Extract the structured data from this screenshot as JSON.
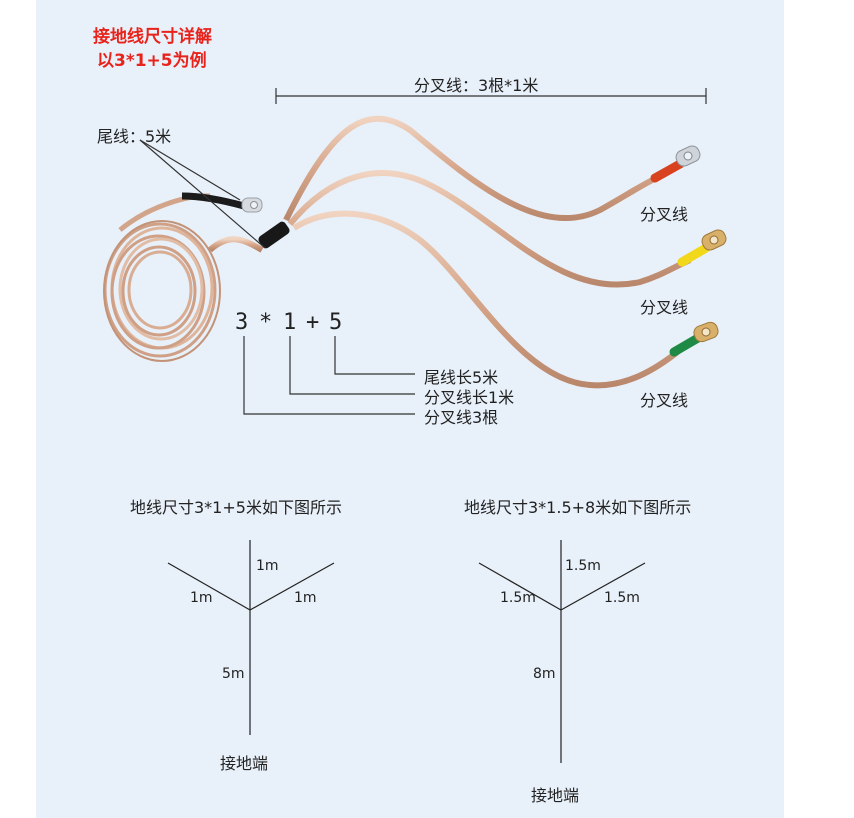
{
  "heading": {
    "line1": "接地线尺寸详解",
    "line2": "以3*1+5为例"
  },
  "top_labels": {
    "branch_spec": "分叉线：3根*1米",
    "tail_spec": "尾线：5米",
    "branch_a": "分叉线",
    "branch_b": "分叉线",
    "branch_c": "分叉线"
  },
  "formula": {
    "n": "3",
    "star": "*",
    "len": "1",
    "plus": "+",
    "tail": "5"
  },
  "formula_explain": {
    "tail": "尾线长5米",
    "branch_len": "分叉线长1米",
    "branch_count": "分叉线3根"
  },
  "diagrams": [
    {
      "title": "地线尺寸3*1+5米如下图所示",
      "top": "1m",
      "left": "1m",
      "right": "1m",
      "stem": "5m",
      "base": "接地端"
    },
    {
      "title": "地线尺寸3*1.5+8米如下图所示",
      "top": "1.5m",
      "left": "1.5m",
      "right": "1.5m",
      "stem": "8m",
      "base": "接地端"
    }
  ],
  "colors": {
    "panel": "#e8f0f9",
    "accent_red": "#e8231b",
    "cable": "#d9ad93",
    "sleeve_red": "#d8421f",
    "sleeve_yellow": "#f2d81a",
    "sleeve_green": "#1f8a45"
  }
}
